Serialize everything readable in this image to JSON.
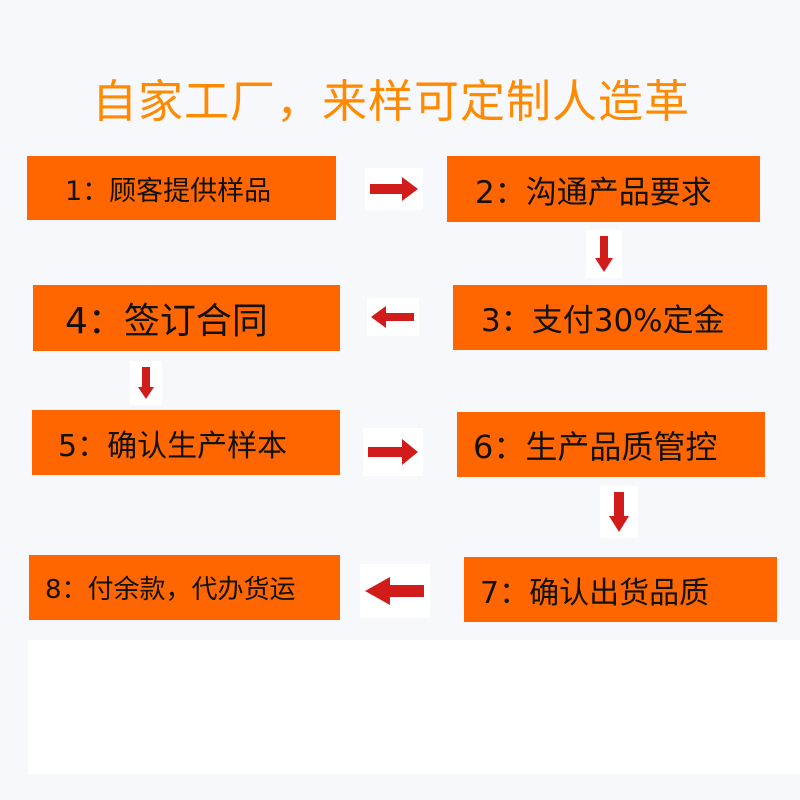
{
  "title": "自家工厂，来样可定制人造革",
  "colors": {
    "title": "#ff8a00",
    "step_bg": "#ff6600",
    "step_text": "#111111",
    "arrow": "#d21c1c",
    "background": "#f7f8fc"
  },
  "steps": [
    {
      "id": 1,
      "label": "1：顾客提供样品"
    },
    {
      "id": 2,
      "label": "2：沟通产品要求"
    },
    {
      "id": 3,
      "label": "3：支付30%定金"
    },
    {
      "id": 4,
      "label": "4：签订合同"
    },
    {
      "id": 5,
      "label": "5：确认生产样本"
    },
    {
      "id": 6,
      "label": "6：生产品质管控"
    },
    {
      "id": 7,
      "label": "7：确认出货品质"
    },
    {
      "id": 8,
      "label": "8：付余款，代办货运"
    }
  ],
  "arrows": [
    {
      "from": 1,
      "to": 2,
      "direction": "right"
    },
    {
      "from": 2,
      "to": 3,
      "direction": "down"
    },
    {
      "from": 3,
      "to": 4,
      "direction": "left"
    },
    {
      "from": 4,
      "to": 5,
      "direction": "down"
    },
    {
      "from": 5,
      "to": 6,
      "direction": "right"
    },
    {
      "from": 6,
      "to": 7,
      "direction": "down"
    },
    {
      "from": 7,
      "to": 8,
      "direction": "left"
    }
  ]
}
